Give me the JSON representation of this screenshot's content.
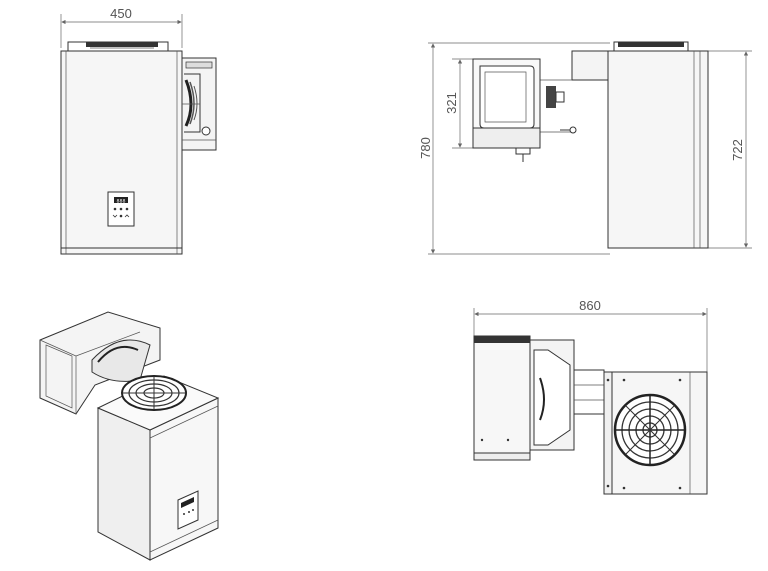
{
  "dimensions": {
    "front_width": "450",
    "side_height": "780",
    "side_condenser_height": "321",
    "side_body_height": "722",
    "top_length": "860"
  },
  "controller": {
    "display_text": "888"
  },
  "colors": {
    "line": "#333333",
    "panel_fill": "#f4f4f4",
    "dimension_line": "#666666",
    "background": "#ffffff"
  }
}
